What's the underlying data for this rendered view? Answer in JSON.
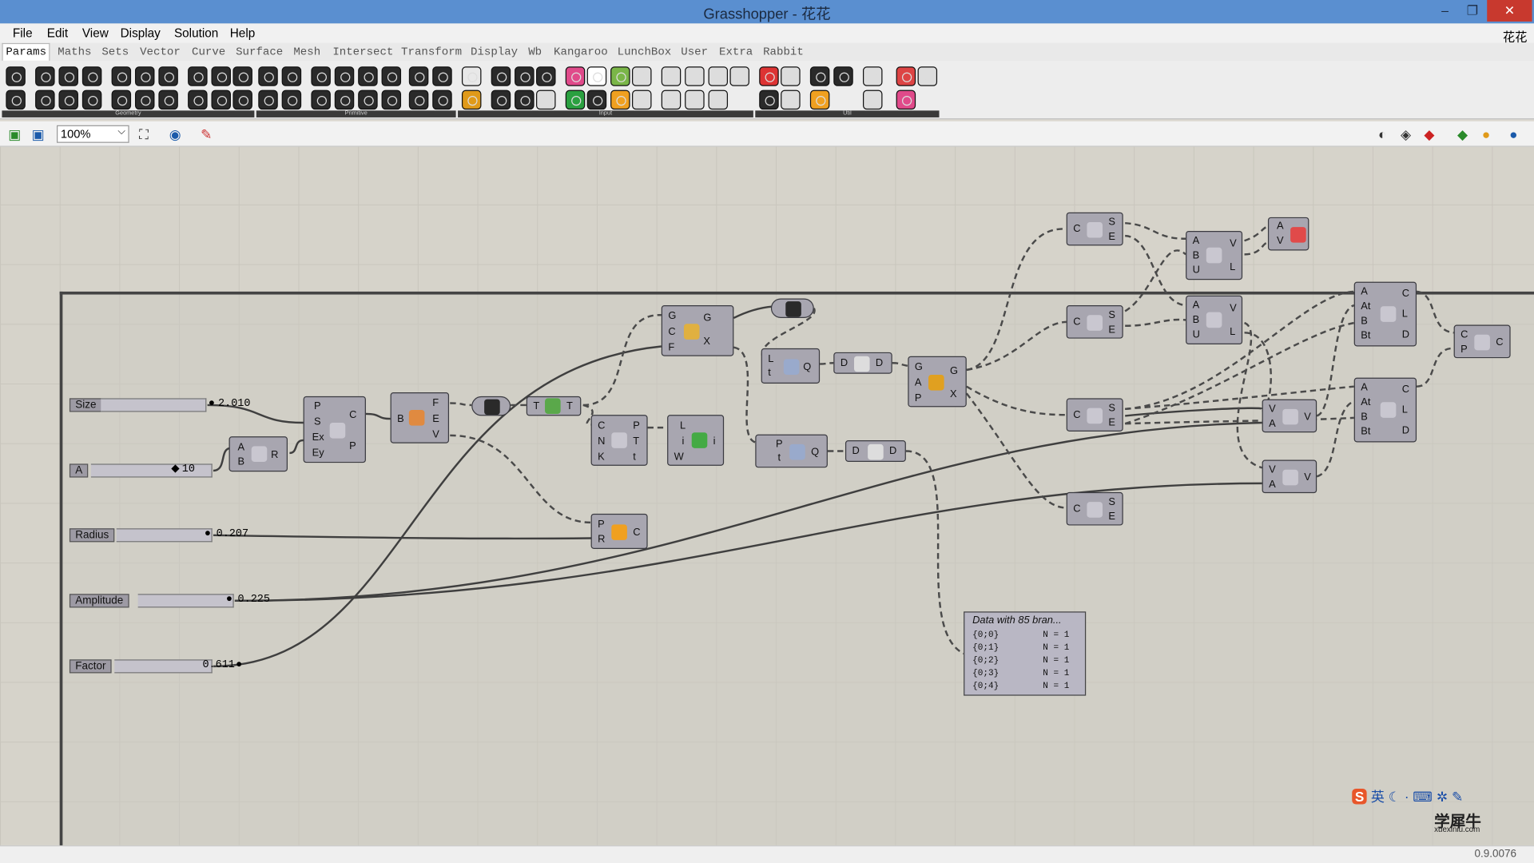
{
  "window": {
    "title": "Grasshopper - 花花",
    "controls": [
      "–",
      "❐",
      "✕"
    ]
  },
  "user_label": "花花",
  "menu": [
    "File",
    "Edit",
    "View",
    "Display",
    "Solution",
    "Help"
  ],
  "tabs": [
    "Params",
    "Maths",
    "Sets",
    "Vector",
    "Curve",
    "Surface",
    "Mesh",
    "Intersect",
    "Transform",
    "Display",
    "Wb",
    "Kangaroo",
    "LunchBox",
    "User",
    "Extra",
    "Rabbit"
  ],
  "ribbon_groups": [
    "Geometry",
    "Primitive",
    "Input",
    "Util"
  ],
  "toolbar": {
    "zoom": "100%"
  },
  "sliders": [
    {
      "name": "Size",
      "value": "2.010"
    },
    {
      "name": "A",
      "value": "10"
    },
    {
      "name": "Radius",
      "value": "0.207"
    },
    {
      "name": "Amplitude",
      "value": "0.225"
    },
    {
      "name": "Factor",
      "value": "0.611"
    }
  ],
  "panel": {
    "title": "Data with 85 bran...",
    "rows": [
      {
        "path": "{0;0}",
        "n": "N = 1"
      },
      {
        "path": "{0;1}",
        "n": "N = 1"
      },
      {
        "path": "{0;2}",
        "n": "N = 1"
      },
      {
        "path": "{0;3}",
        "n": "N = 1"
      },
      {
        "path": "{0;4}",
        "n": "N = 1"
      }
    ]
  },
  "status": {
    "version": "0.9.0076"
  },
  "watermark": {
    "brand": "学犀牛",
    "site": "xuexiniu.com",
    "ime": "英"
  }
}
